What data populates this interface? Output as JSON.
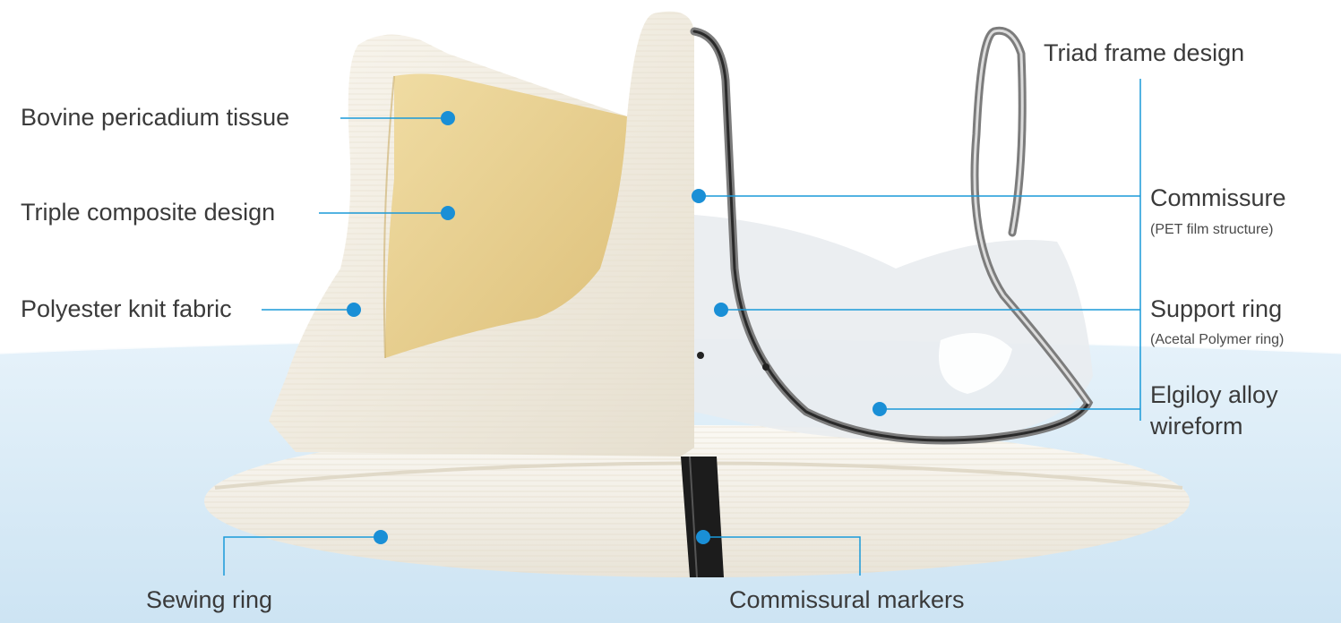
{
  "colors": {
    "leader_line": "#1a9ad9",
    "dot": "#1a8fd6",
    "background_arc": "#d7eaf6",
    "fabric": "#f2ede2",
    "tissue": "#e8cf8c",
    "metal": "#8a8a8a",
    "marker": "#1c1c1c"
  },
  "labels": {
    "bovine": "Bovine pericadium tissue",
    "triple": "Triple composite design",
    "polyester": "Polyester knit fabric",
    "sewing": "Sewing ring",
    "triad": "Triad frame design",
    "commissure": "Commissure",
    "commissure_sub": "(PET film structure)",
    "support": "Support ring",
    "support_sub": "(Acetal Polymer ring)",
    "elgiloy_line1": "Elgiloy alloy",
    "elgiloy_line2": "wireform",
    "markers": "Commissural markers"
  }
}
